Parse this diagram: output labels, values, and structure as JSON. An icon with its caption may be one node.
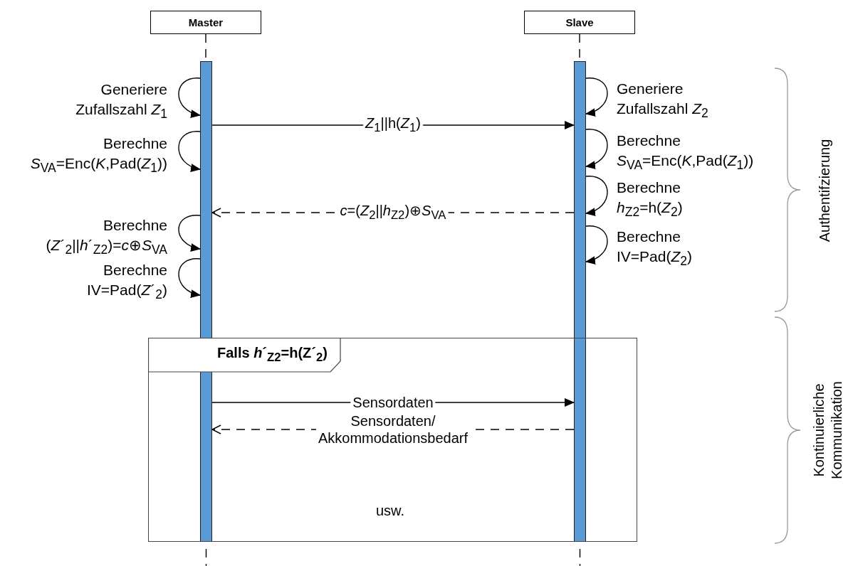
{
  "diagram": {
    "nodes": [
      {
        "text": [
          "Master"
        ]
      },
      {
        "text": [
          "Slave"
        ]
      },
      {
        "text": [],
        "shape": "bar"
      },
      {
        "text": [],
        "shape": "bar"
      },
      {
        "text": [
          "Falls *h*´$_{Z2}$=h(Z´$_{2}$)"
        ]
      }
    ],
    "edges": [
      {
        "from": 0,
        "to": 2,
        "arrow": "none",
        "style": "dashed"
      },
      {
        "from": 1,
        "to": 3,
        "arrow": "none",
        "style": "dashed"
      },
      {
        "from": 2,
        "to": 2,
        "arrow": "to",
        "label": "Generiere Zufallszahl *Z*$_{1}$"
      },
      {
        "from": 3,
        "to": 3,
        "arrow": "to",
        "label": "Generiere Zufallszahl *Z*$_{2}$"
      },
      {
        "from": 2,
        "to": 3,
        "arrow": "to",
        "label": "*Z*$_{1}$||h(*Z*$_{1}$)"
      },
      {
        "from": 2,
        "to": 2,
        "arrow": "to",
        "label": "Berechne *S*$_{VA}$=Enc(*K*,Pad(*Z*$_{1}$))"
      },
      {
        "from": 3,
        "to": 3,
        "arrow": "to",
        "label": "Berechne *S*$_{VA}$=Enc(*K*,Pad(*Z*$_{1}$))"
      },
      {
        "from": 3,
        "to": 3,
        "arrow": "to",
        "label": "Berechne *h*$_{Z2}$=h(*Z*$_{2}$)"
      },
      {
        "from": 3,
        "to": 2,
        "arrow": "to",
        "style": "dashed",
        "label": "*c*=(*Z*$_{2}$||*h*$_{Z2}$)⊕*S*$_{VA}$"
      },
      {
        "from": 2,
        "to": 2,
        "arrow": "to",
        "label": "Berechne (*Z*´$_{2}$||*h*´$_{Z2}$)=*c*⊕*S*$_{VA}$"
      },
      {
        "from": 3,
        "to": 3,
        "arrow": "to",
        "label": "Berechne IV=Pad(*Z*$_{2}$)"
      },
      {
        "from": 2,
        "to": 2,
        "arrow": "to",
        "label": "Berechne IV=Pad(*Z*´$_{2}$)"
      },
      {
        "from": 2,
        "to": 3,
        "arrow": "to",
        "label": "Sensordaten"
      },
      {
        "from": 3,
        "to": 2,
        "arrow": "to",
        "style": "dashed",
        "label": "Sensordaten/ Akkommodationsbedarf"
      }
    ],
    "labels": [
      "Authentifzierung",
      "Kontinuierliche Kommunikation",
      "usw."
    ]
  }
}
